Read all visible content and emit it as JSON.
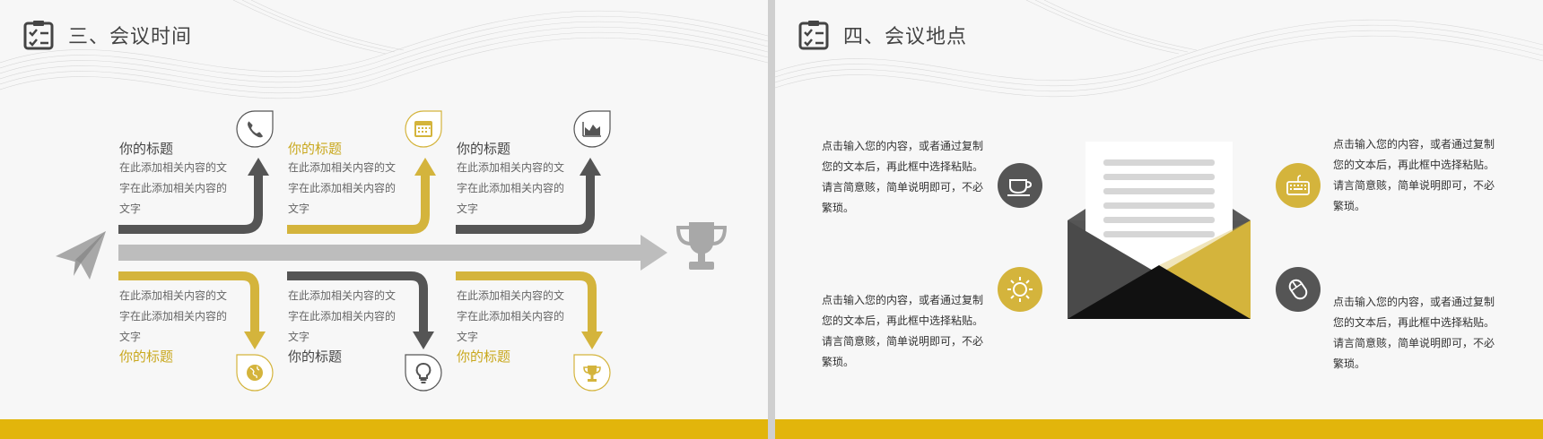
{
  "slide1": {
    "title": "三、会议时间",
    "items_top": [
      {
        "title": "你的标题",
        "body": "在此添加相关内容的文字在此添加相关内容的文字",
        "icon": "phone-icon",
        "color": "#555555"
      },
      {
        "title": "你的标题",
        "body": "在此添加相关内容的文字在此添加相关内容的文字",
        "icon": "calendar-icon",
        "color": "#d4b43c"
      },
      {
        "title": "你的标题",
        "body": "在此添加相关内容的文字在此添加相关内容的文字",
        "icon": "area-chart-icon",
        "color": "#555555"
      }
    ],
    "items_bottom": [
      {
        "title": "你的标题",
        "body": "在此添加相关内容的文字在此添加相关内容的文字",
        "icon": "globe-icon",
        "color": "#d4b43c"
      },
      {
        "title": "你的标题",
        "body": "在此添加相关内容的文字在此添加相关内容的文字",
        "icon": "lightbulb-icon",
        "color": "#555555"
      },
      {
        "title": "你的标题",
        "body": "在此添加相关内容的文字在此添加相关内容的文字",
        "icon": "trophy-icon",
        "color": "#d4b43c"
      }
    ]
  },
  "slide2": {
    "title": "四、会议地点",
    "texts": [
      "点击输入您的内容，或者通过复制您的文本后，再此框中选择粘贴。请言简意赅，简单说明即可，不必繁琐。",
      "点击输入您的内容，或者通过复制您的文本后，再此框中选择粘贴。请言简意赅，简单说明即可，不必繁琐。",
      "点击输入您的内容，或者通过复制您的文本后，再此框中选择粘贴。请言简意赅，简单说明即可，不必繁琐。",
      "点击输入您的内容，或者通过复制您的文本后，再此框中选择粘贴。请言简意赅，简单说明即可，不必繁琐。"
    ],
    "icons": [
      "coffee-cup-icon",
      "sun-icon",
      "keyboard-icon",
      "mouse-icon"
    ]
  },
  "colors": {
    "accent": "#e2b50b",
    "dark": "#555555",
    "gold": "#d4b43c",
    "grey_arrow": "#bdbdbd"
  }
}
